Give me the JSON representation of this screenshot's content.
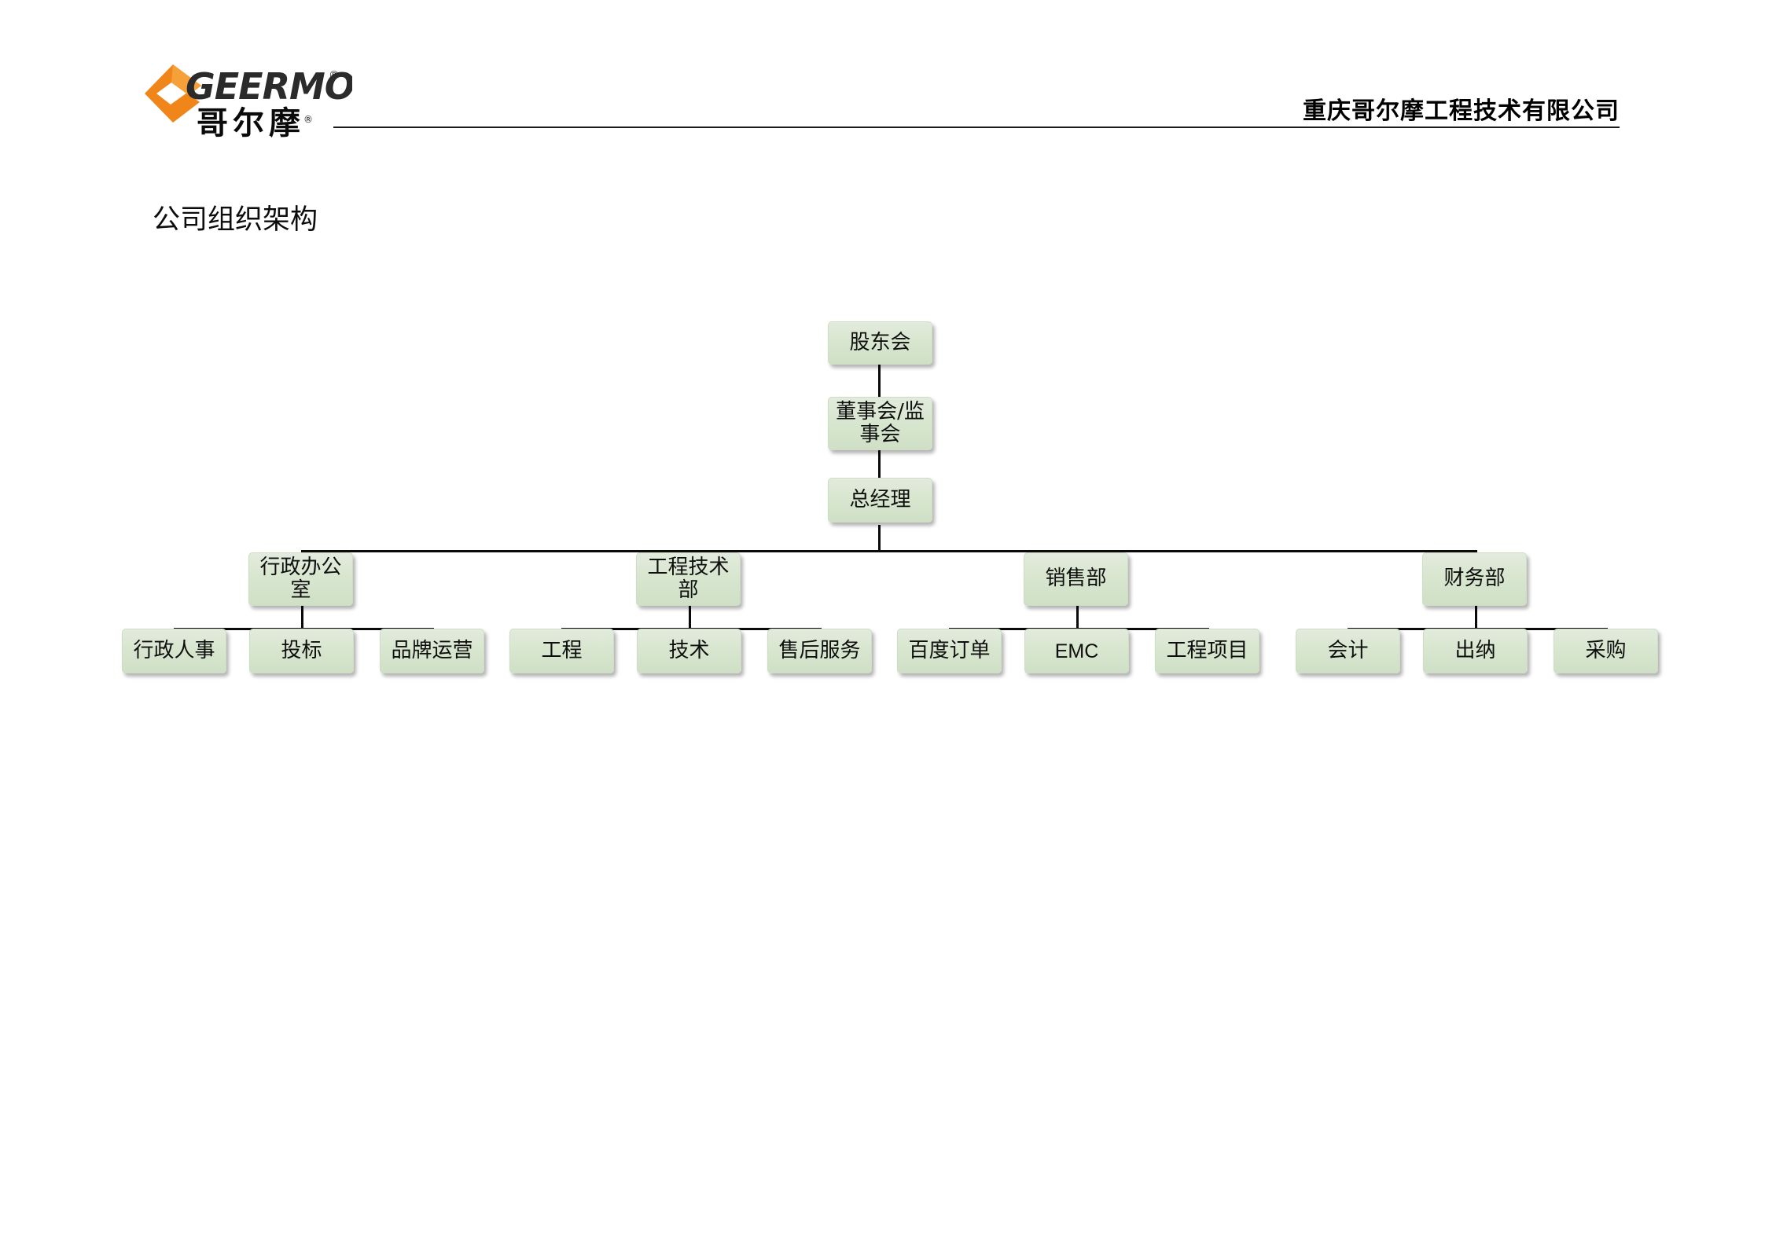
{
  "header": {
    "logo": {
      "name": "geermo-logo",
      "latin_text": "GEERMO",
      "chinese_text": "哥尔摩",
      "registered_mark": "®",
      "accent_color": "#F08519",
      "text_color": "#2b2b2b"
    },
    "company_name": "重庆哥尔摩工程技术有限公司"
  },
  "page_title": "公司组织架构",
  "chart_data": {
    "type": "diagram",
    "title": "公司组织架构",
    "box_fill": "#d8e6cf",
    "box_border": "#cfdcc6",
    "connector_color": "#0a0a0a",
    "levels": [
      {
        "level": 0,
        "nodes": [
          {
            "id": "shareholders",
            "label": "股东会"
          }
        ]
      },
      {
        "level": 1,
        "nodes": [
          {
            "id": "board",
            "label": "董事会/监事会"
          }
        ]
      },
      {
        "level": 2,
        "nodes": [
          {
            "id": "gm",
            "label": "总经理"
          }
        ]
      },
      {
        "level": 3,
        "nodes": [
          {
            "id": "admin-office",
            "label": "行政办公室",
            "parent": "gm"
          },
          {
            "id": "engineering-tech",
            "label": "工程技术部",
            "parent": "gm"
          },
          {
            "id": "sales",
            "label": "销售部",
            "parent": "gm"
          },
          {
            "id": "finance",
            "label": "财务部",
            "parent": "gm"
          }
        ]
      },
      {
        "level": 4,
        "nodes": [
          {
            "id": "hr",
            "label": "行政人事",
            "parent": "admin-office"
          },
          {
            "id": "bidding",
            "label": "投标",
            "parent": "admin-office"
          },
          {
            "id": "brand-ops",
            "label": "品牌运营",
            "parent": "admin-office"
          },
          {
            "id": "engineering",
            "label": "工程",
            "parent": "engineering-tech"
          },
          {
            "id": "technology",
            "label": "技术",
            "parent": "engineering-tech"
          },
          {
            "id": "after-sales",
            "label": "售后服务",
            "parent": "engineering-tech"
          },
          {
            "id": "baidu-orders",
            "label": "百度订单",
            "parent": "sales"
          },
          {
            "id": "emc",
            "label": "EMC",
            "parent": "sales"
          },
          {
            "id": "eng-projects",
            "label": "工程项目",
            "parent": "sales"
          },
          {
            "id": "accounting",
            "label": "会计",
            "parent": "finance"
          },
          {
            "id": "cashier",
            "label": "出纳",
            "parent": "finance"
          },
          {
            "id": "procurement",
            "label": "采购",
            "parent": "finance"
          }
        ]
      }
    ]
  }
}
